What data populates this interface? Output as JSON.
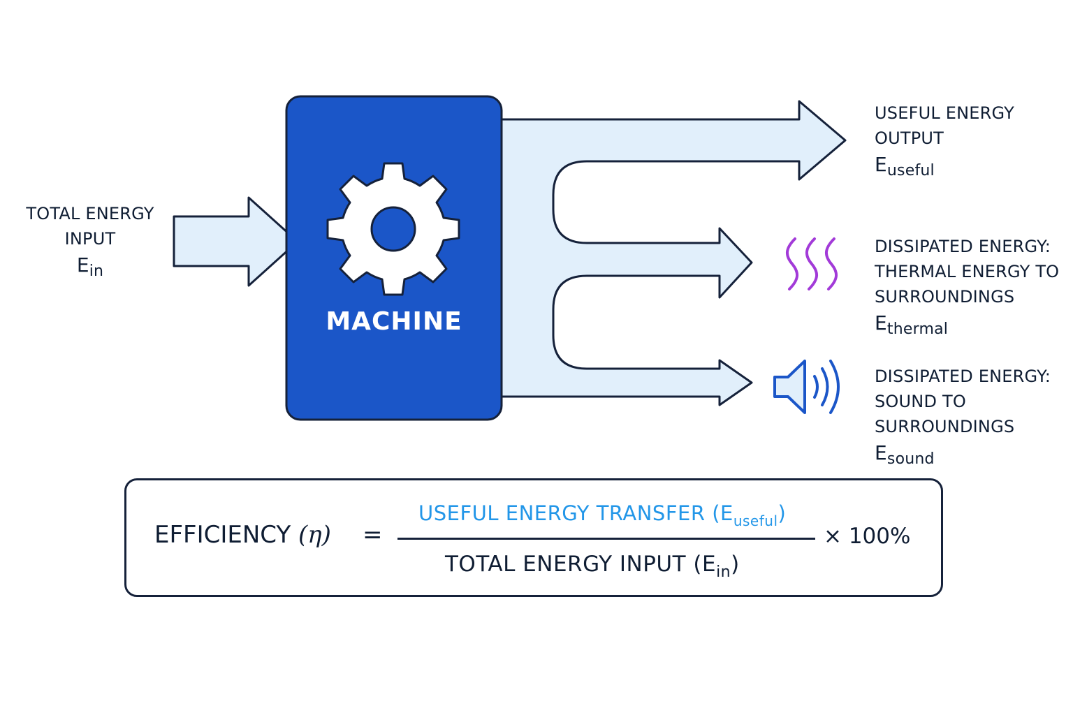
{
  "machine": {
    "label": "MACHINE",
    "gear_icon": "gear-icon",
    "fill_color": "#1b56c8"
  },
  "input": {
    "line1": "TOTAL ENERGY",
    "line2": "INPUT",
    "symbol": "E",
    "symbol_sub": "in"
  },
  "outputs": {
    "useful": {
      "line1": "USEFUL ENERGY",
      "line2": "OUTPUT",
      "symbol": "E",
      "symbol_sub": "useful"
    },
    "thermal": {
      "line1": "DISSIPATED ENERGY:",
      "line2": "THERMAL ENERGY TO",
      "line3": "SURROUNDINGS",
      "symbol": "E",
      "symbol_sub": "thermal",
      "icon": "heat-waves-icon",
      "icon_color": "#a23ad8"
    },
    "sound": {
      "line1": "DISSIPATED ENERGY:",
      "line2": "SOUND TO",
      "line3": "SURROUNDINGS",
      "symbol": "E",
      "symbol_sub": "sound",
      "icon": "speaker-icon",
      "icon_color": "#1b56c8"
    }
  },
  "formula": {
    "lhs": "EFFICIENCY",
    "eta": "(η)",
    "equals": "=",
    "numerator": "USEFUL ENERGY TRANSFER (E",
    "numerator_sub": "useful",
    "numerator_close": ")",
    "numerator_color": "#2296e8",
    "denominator": "TOTAL ENERGY INPUT (E",
    "denominator_sub": "in",
    "denominator_close": ")",
    "multiplier": "× 100%"
  },
  "colors": {
    "arrow_fill": "#e1effb",
    "stroke": "#15213a"
  }
}
